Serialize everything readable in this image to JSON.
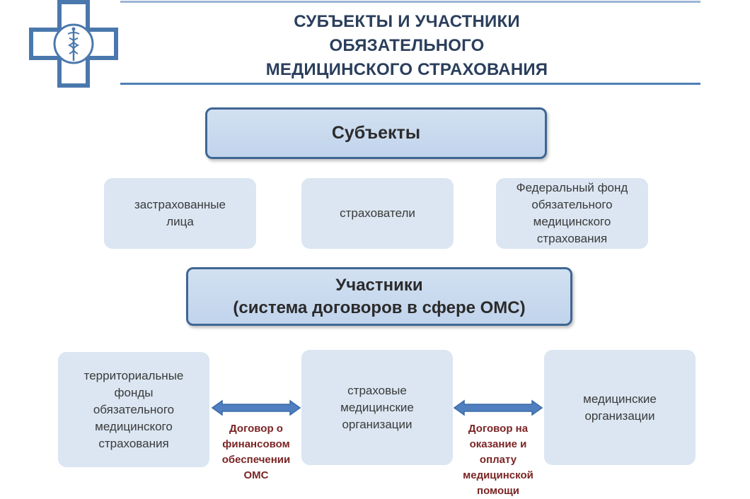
{
  "header": {
    "title_line1": "СУБЪЕКТЫ И УЧАСТНИКИ",
    "title_line2": "ОБЯЗАТЕЛЬНОГО",
    "title_line3": "МЕДИЦИНСКОГО СТРАХОВАНИЯ"
  },
  "subjects": {
    "title": "Субъекты",
    "items": [
      "застрахованные лица",
      "страхователи",
      "Федеральный фонд обязательного медицинского страхования"
    ]
  },
  "participants": {
    "title_line1": "Участники",
    "title_line2": "(система договоров в сфере ОМС)",
    "items": [
      "территориальные фонды обязательного медицинского страхования",
      "страховые медицинские организации",
      "медицинские организации"
    ]
  },
  "contracts": [
    "Договор о финансовом обеспечении ОМС",
    "Договор на оказание и оплату медицинской помощи"
  ],
  "icons": {
    "logo": "medical-cross-caduceus-icon",
    "arrows": "double-arrow-icon"
  },
  "colors": {
    "title_text": "#2b3f5c",
    "header_border": "#3f6693",
    "header_fill": "#c9daef",
    "card_fill": "#dbe6f2",
    "arrow": "#4f7fc0",
    "contract_text": "#7b2424"
  }
}
